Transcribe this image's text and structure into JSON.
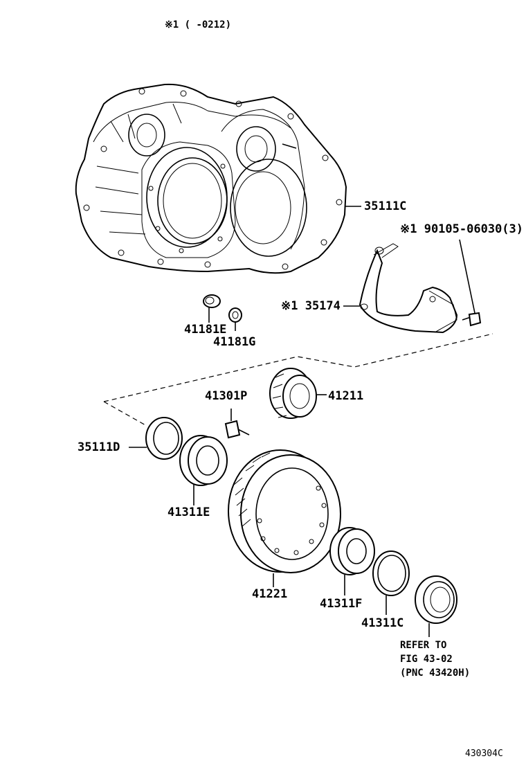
{
  "header": {
    "note": "※1 (     -0212)"
  },
  "parts": {
    "p35111C": "35111C",
    "p90105": "※1 90105-06030(3)",
    "p35174": "※1 35174",
    "p41181E": "41181E",
    "p41181G": "41181G",
    "p41301P": "41301P",
    "p41211": "41211",
    "p35111D": "35111D",
    "p41311E": "41311E",
    "p41221": "41221",
    "p41311F": "41311F",
    "p41311C": "41311C"
  },
  "reference": {
    "line1": "REFER TO",
    "line2": "FIG 43-02",
    "line3": "(PNC 43420H)"
  },
  "footer": {
    "figure_code": "430304C"
  },
  "colors": {
    "ink": "#000000",
    "paper": "#ffffff"
  }
}
